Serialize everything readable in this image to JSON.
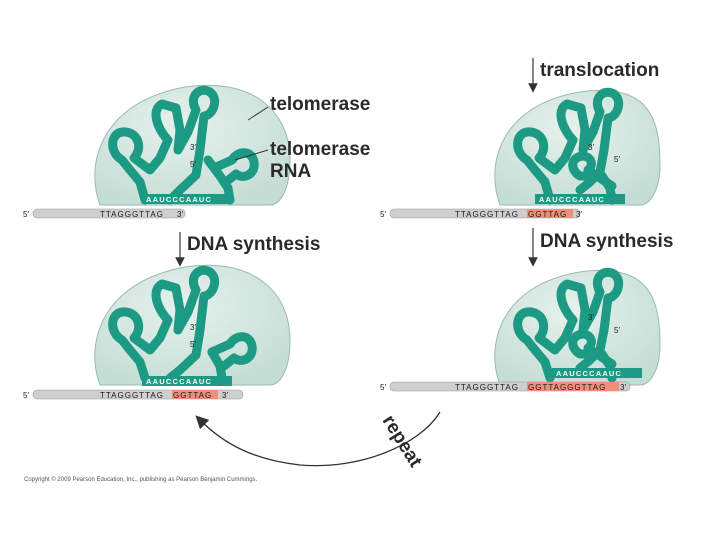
{
  "labels": {
    "translocation": "translocation",
    "telomerase": "telomerase",
    "telomerase_rna_line1": "telomerase",
    "telomerase_rna_line2": "RNA",
    "dna_synthesis_left": "DNA synthesis",
    "dna_synthesis_right": "DNA synthesis",
    "repeat": "repeat"
  },
  "ends": {
    "three_prime": "3′",
    "five_prime": "5′"
  },
  "rna_template": "AAUCCCAAUC",
  "panels": {
    "top_left": {
      "dna_plain": "TTAGGGTTAG",
      "dna_new": ""
    },
    "bottom_left": {
      "dna_plain": "TTAGGGTTAG",
      "dna_new": "GGTTAG"
    },
    "top_right": {
      "dna_plain": "TTAGGGTTAG",
      "dna_new": "GGTTAG"
    },
    "bottom_right": {
      "dna_plain": "TTAGGGTTAG",
      "dna_new": "GGTTAGGGTTAG"
    }
  },
  "copyright": "Copyright © 2009 Pearson Education, Inc., publishing as Pearson Benjamin Cummings.",
  "colors": {
    "enzyme_fill": "#d3e6e0",
    "rna_strand": "#1c9a84",
    "new_dna": "#ef8f7a",
    "dna_bar": "#c9c9c9",
    "text": "#2a2a2a"
  }
}
